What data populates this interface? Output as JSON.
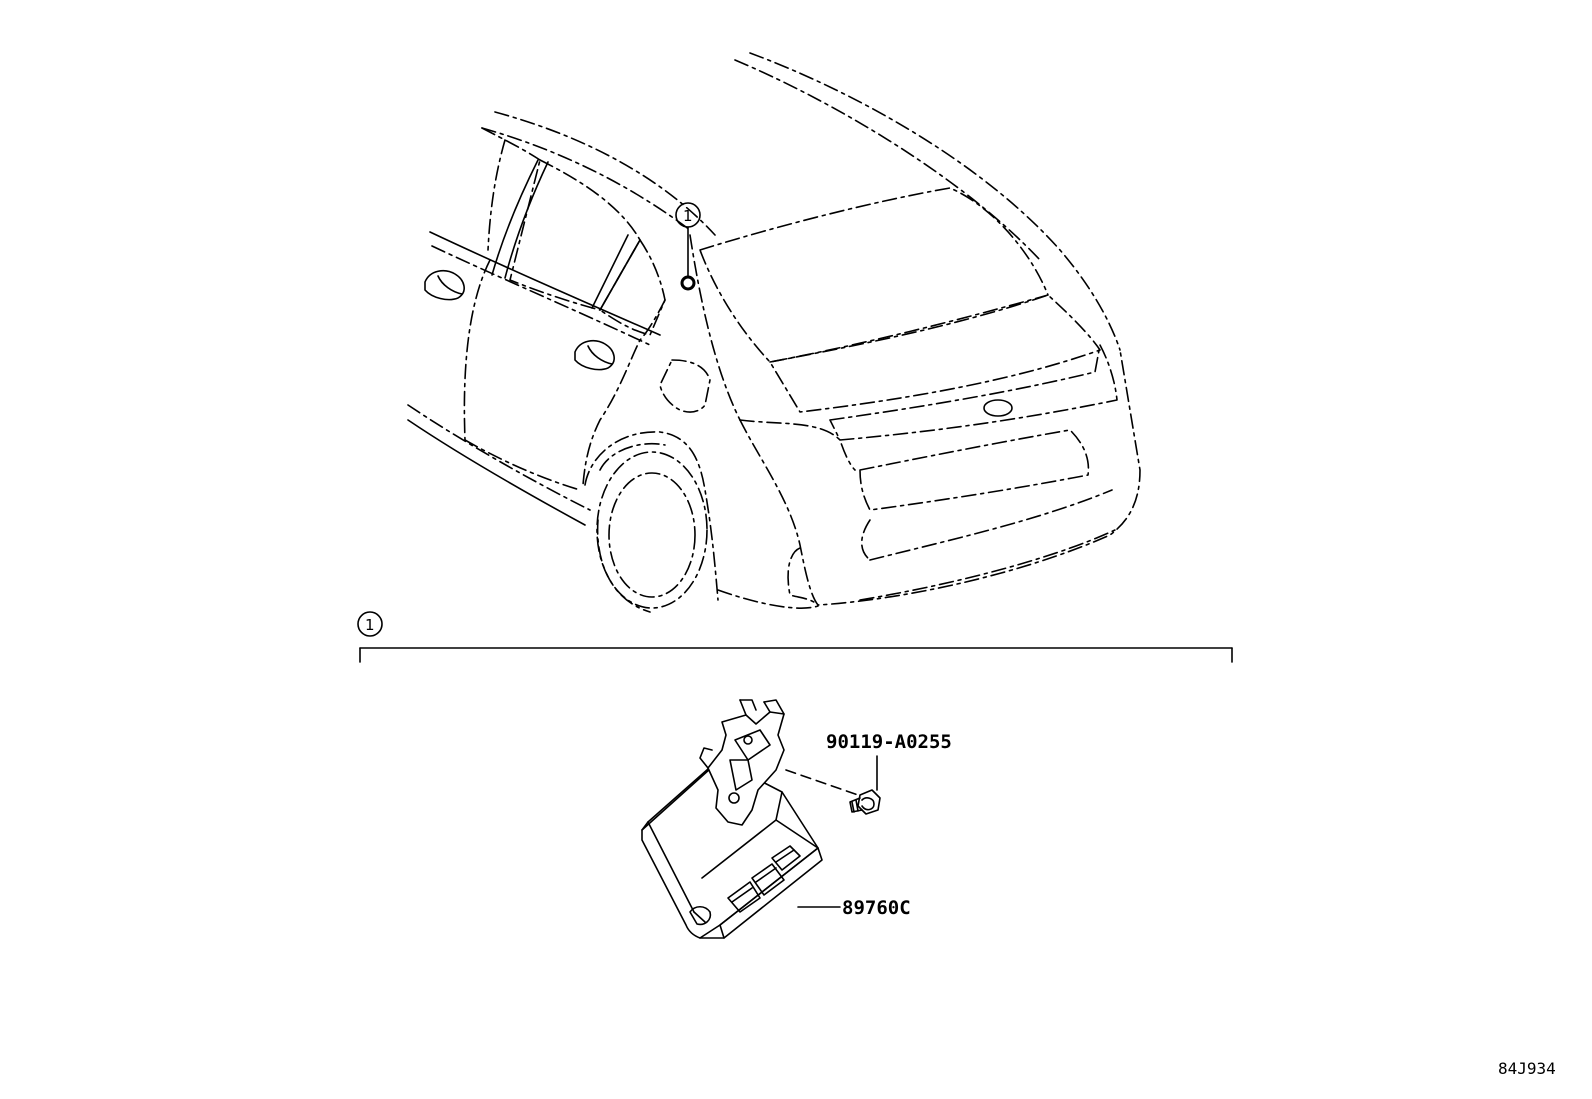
{
  "callouts": {
    "location_marker": "1",
    "detail_group": "1"
  },
  "parts": {
    "bolt": "90119-A0255",
    "module": "89760C"
  },
  "diagram_code": "84J934"
}
